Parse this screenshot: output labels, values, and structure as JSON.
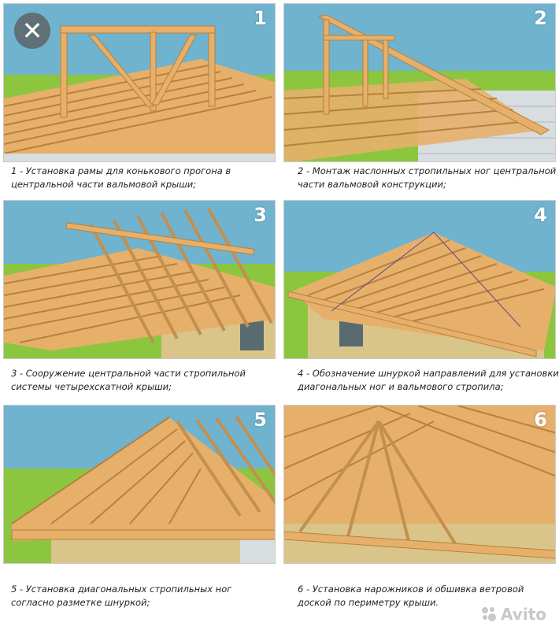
{
  "panels": [
    {
      "number": "1",
      "caption": "1 - Установка рамы для конькового прогона в центральной части вальмовой крыши;"
    },
    {
      "number": "2",
      "caption": "2 - Монтаж наслонных стропильных ног центральной части вальмовой конструкции;"
    },
    {
      "number": "3",
      "caption": "3 - Сооружение центральной части стропильной системы четырехскатной крыши;"
    },
    {
      "number": "4",
      "caption": "4 - Обозначение шнуркой направлений для установки диагональных ног и вальмового стропила;"
    },
    {
      "number": "5",
      "caption": "5 - Установка диагональных стропильных ног согласно  разметке шнуркой;"
    },
    {
      "number": "6",
      "caption": "6 - Установка нарожников и обшивка ветровой доской по периметру крыши."
    }
  ],
  "overlay": {
    "close_symbol": "✕",
    "close_icon": "close-icon"
  },
  "watermark": {
    "text": "Avito",
    "icon": "avito-dots-icon"
  },
  "colors": {
    "sky": "#6fb3cf",
    "grass": "#8cc63f",
    "wood": "#e6b06a",
    "wood_dark": "#b7803f",
    "brick": "#d9c58a",
    "block": "#d8dde0"
  }
}
